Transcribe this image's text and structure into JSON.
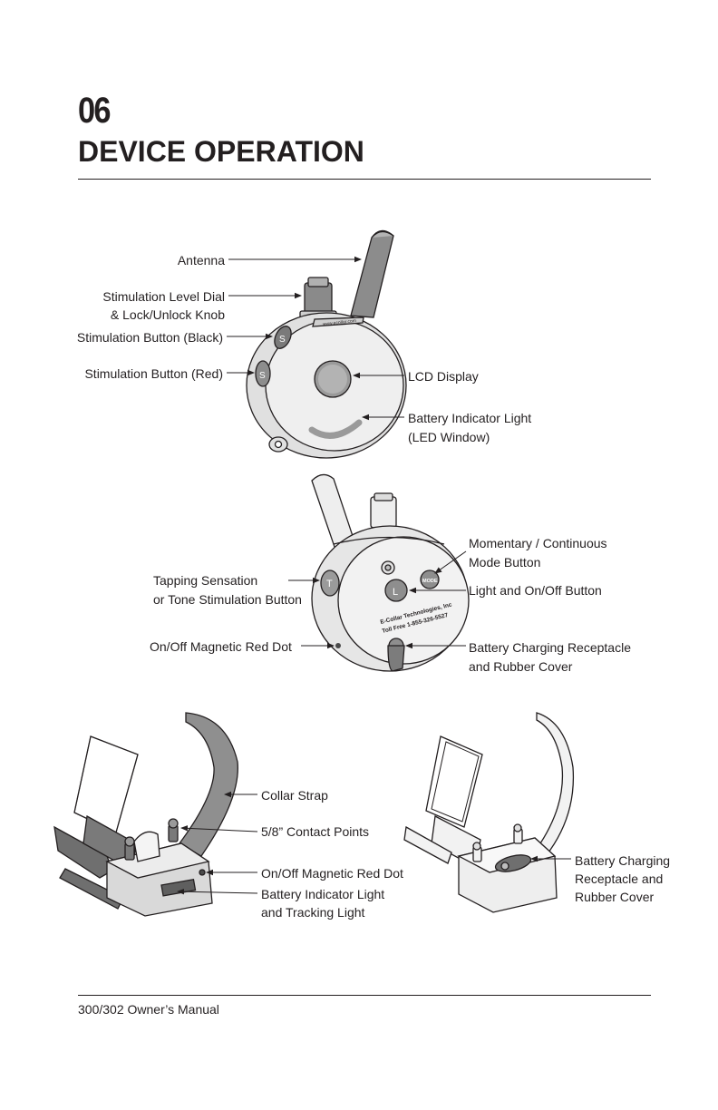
{
  "header": {
    "chapter_number": "06",
    "chapter_title": "DEVICE OPERATION"
  },
  "transmitter_front": {
    "labels": {
      "antenna": "Antenna",
      "stim_dial_line1": "Stimulation Level Dial",
      "stim_dial_line2": "& Lock/Unlock Knob",
      "stim_black": "Stimulation Button (Black)",
      "stim_red": "Stimulation Button (Red)",
      "lcd": "LCD Display",
      "battery_line1": "Battery Indicator Light",
      "battery_line2": "(LED Window)"
    },
    "body_print": "www.ecollar.com"
  },
  "transmitter_back": {
    "labels": {
      "tapping_line1": "Tapping Sensation",
      "tapping_line2": "or Tone Stimulation Button",
      "onoff_dot": "On/Off Magnetic Red Dot",
      "mode_line1": "Momentary / Continuous",
      "mode_line2": "Mode Button",
      "light_onoff": "Light and On/Off Button",
      "charging_line1": "Battery Charging Receptacle",
      "charging_line2": "and Rubber Cover"
    },
    "body_print_line1": "E-Collar Technologies, Inc",
    "body_print_line2": "Toll Free 1-855-326-5527",
    "button_t": "T",
    "button_l": "L",
    "button_mode": "MODE"
  },
  "receiver": {
    "labels": {
      "collar_strap": "Collar Strap",
      "contact_points": "5/8” Contact Points",
      "onoff_dot": "On/Off Magnetic Red Dot",
      "battery_line1": "Battery Indicator Light",
      "battery_line2": "and Tracking Light",
      "charging_line1": "Battery Charging",
      "charging_line2": "Receptacle and",
      "charging_line3": "Rubber Cover"
    }
  },
  "footer": {
    "manual_title": "300/302 Owner’s Manual"
  }
}
